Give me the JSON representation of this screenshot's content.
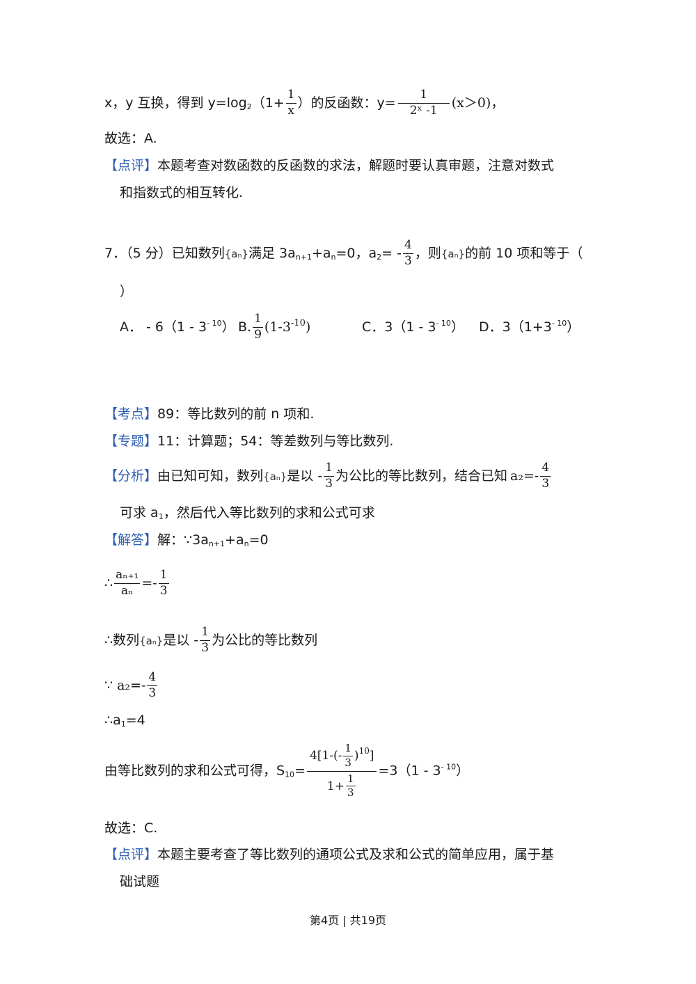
{
  "prev": {
    "line1_a": "x，y 互换，得到 y=log",
    "line1_sub": "2",
    "line1_b": "（1+",
    "frac_x": {
      "num": "1",
      "den": "x"
    },
    "line1_c": "）的反函数：y=",
    "frac_inv": {
      "num": "1",
      "den": "2ˣ -1"
    },
    "line1_d": "(x＞0)，",
    "choice": "故选：A.",
    "comment_tag": "【点评】",
    "comment_1": "本题考查对数函数的反函数的求法，解题时要认真审题，注意对数式",
    "comment_2": "和指数式的相互转化."
  },
  "q7": {
    "stem_a": "7．（5 分）已知数列",
    "an": "{aₙ}",
    "stem_b": "满足 3a",
    "sub_n1": "n+1",
    "stem_c": "+a",
    "sub_n": "n",
    "stem_d": "=0，a",
    "sub_2": "2",
    "stem_e": "= -",
    "frac_43": {
      "num": "4",
      "den": "3"
    },
    "stem_f": "，则",
    "stem_g": "的前 10 项和等于（",
    "stem_close": "）",
    "opt_a": "A．  - 6（1 - 3",
    "opt_a_sup": "- 10",
    "opt_a_end": "）",
    "opt_b": "B.",
    "opt_b_frac": {
      "num": "1",
      "den": "9"
    },
    "opt_b_rest": "(1-3",
    "opt_b_sup": "-10",
    "opt_b_end": ")",
    "opt_c": "C．3（1 - 3",
    "opt_c_sup": "- 10",
    "opt_c_end": "）",
    "opt_d": "D．3（1+3",
    "opt_d_sup": "- 10",
    "opt_d_end": "）"
  },
  "analysis": {
    "kaodian_tag": "【考点】",
    "kaodian": "89：等比数列的前 n 项和.",
    "zhuanti_tag": "【专题】",
    "zhuanti": "11：计算题；54：等差数列与等比数列.",
    "fenxi_tag": "【分析】",
    "fenxi_a": "由已知可知，数列",
    "fenxi_b": "是以 -",
    "frac_13": {
      "num": "1",
      "den": "3"
    },
    "fenxi_c": "为公比的等比数列，结合已知",
    "fenxi_a2": "a₂=-",
    "fenxi_2a": "可求 a",
    "fenxi_sub1": "1",
    "fenxi_2b": "，然后代入等比数列的求和公式可求"
  },
  "solution": {
    "tag": "【解答】",
    "s1_a": "解：∵3a",
    "s1_sub": "n+1",
    "s1_b": "+a",
    "s1_sub2": "n",
    "s1_c": "=0",
    "s2_pre": "∴",
    "s2_frac": {
      "num": "aₙ₊₁",
      "den": "aₙ"
    },
    "s2_mid": "=-",
    "s3_a": "∴数列",
    "s3_b": "是以 -",
    "s3_c": "为公比的等比数列",
    "s4_pre": "∵",
    "s4_a2": "a₂=-",
    "s5_a": "∴a",
    "s5_sub": "1",
    "s5_b": "=4",
    "s6_a": "由等比数列的求和公式可得，S",
    "s6_sub": "10",
    "s6_eq": "=",
    "s6_num_a": "4[1-(-",
    "s6_num_b": ")",
    "s6_num_sup": "10",
    "s6_num_c": "]",
    "s6_den": "1+",
    "s6_res": "=3（1 - 3",
    "s6_res_sup": "- 10",
    "s6_res_end": "）",
    "choice": "故选：C.",
    "comment_tag": "【点评】",
    "comment_1": "本题主要考查了等比数列的通项公式及求和公式的简单应用，属于基",
    "comment_2": "础试题"
  },
  "footer": "第4页 | 共19页"
}
